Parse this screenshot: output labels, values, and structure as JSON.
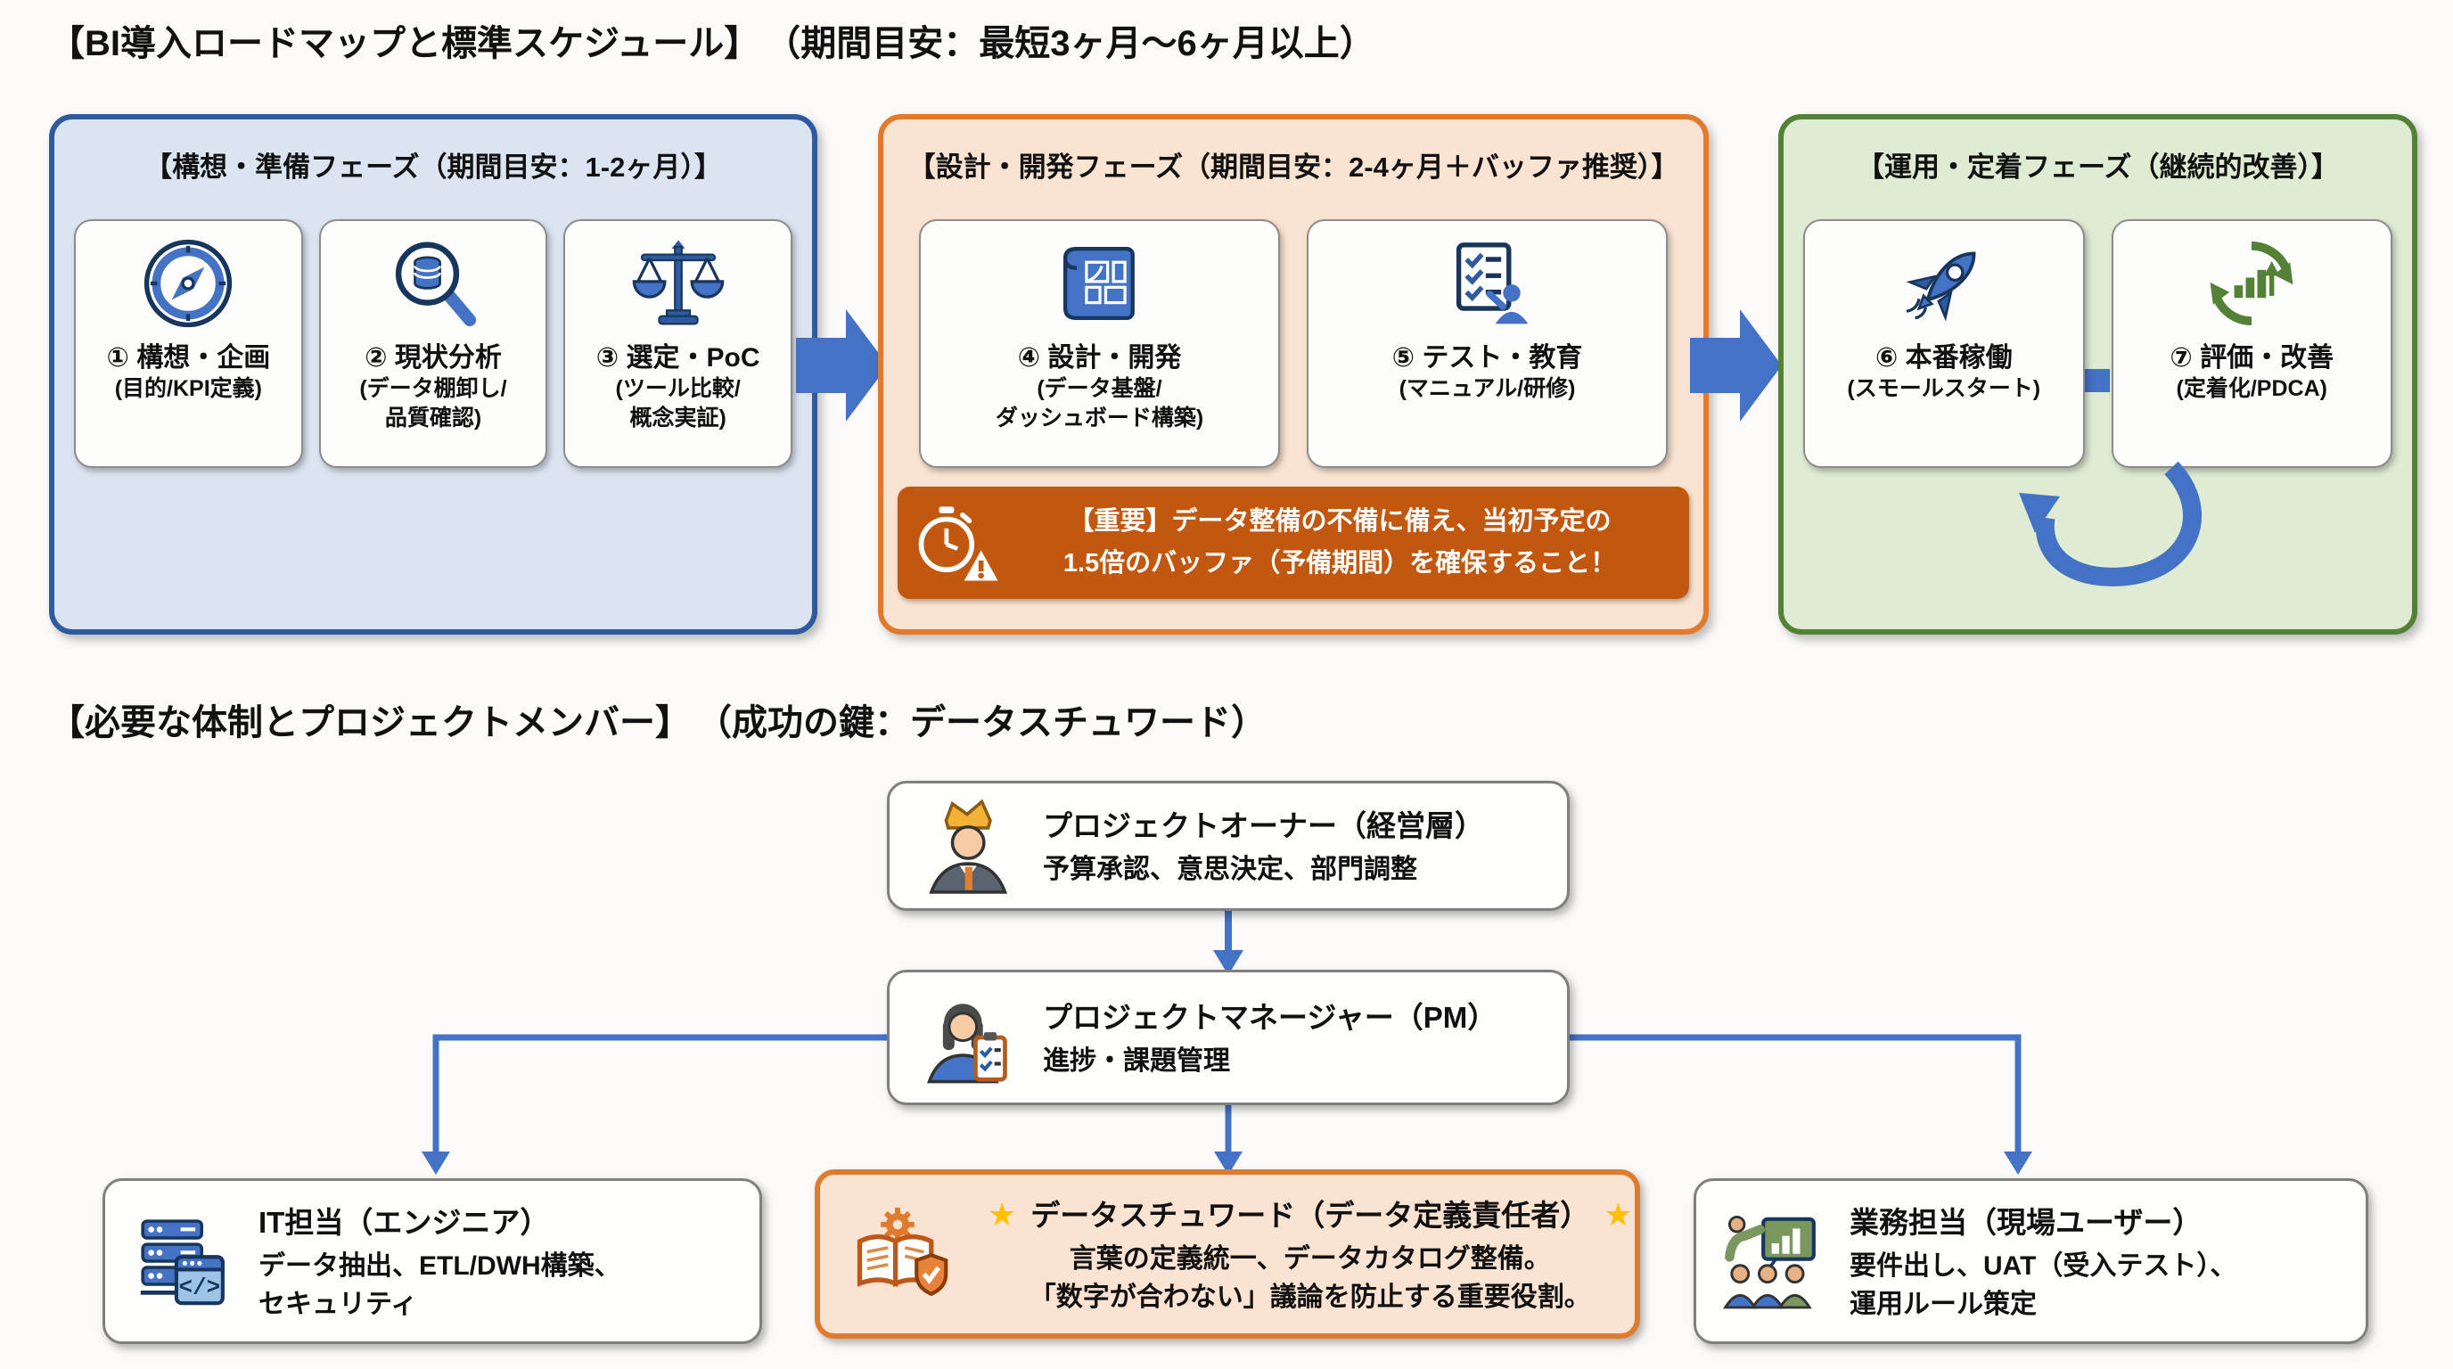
{
  "colors": {
    "accent_blue": "#4472c4",
    "phase_blue_border": "#2f5b9e",
    "phase_blue_fill": "#dbe5f1",
    "phase_orange_border": "#e07b2e",
    "phase_orange_fill": "#fbe3d1",
    "phase_green_border": "#538135",
    "phase_green_fill": "#dfecd3",
    "warning_fill": "#c2570f",
    "star": "#ffc000"
  },
  "roadmap": {
    "title": "【BI導入ロードマップと標準スケジュール】",
    "subtitle": "（期間目安：最短3ヶ月〜6ヶ月以上）",
    "phases": [
      {
        "header": "【構想・準備フェーズ（期間目安：1-2ヶ月）】",
        "steps": [
          {
            "icon": "compass-icon",
            "title": "① 構想・企画",
            "subtitle": "(目的/KPI定義)"
          },
          {
            "icon": "database-search-icon",
            "title": "② 現状分析",
            "subtitle": "(データ棚卸し/\n品質確認)"
          },
          {
            "icon": "balance-scale-icon",
            "title": "③ 選定・PoC",
            "subtitle": "(ツール比較/\n概念実証)"
          }
        ]
      },
      {
        "header": "【設計・開発フェーズ（期間目安：2-4ヶ月＋バッファ推奨）】",
        "steps": [
          {
            "icon": "blueprint-icon",
            "title": "④ 設計・開発",
            "subtitle": "(データ基盤/\nダッシュボード構築)"
          },
          {
            "icon": "checklist-training-icon",
            "title": "⑤ テスト・教育",
            "subtitle": "(マニュアル/研修)"
          }
        ],
        "warning": "【重要】データ整備の不備に備え、当初予定の\n1.5倍のバッファ（予備期間）を確保すること！",
        "warning_icon": "stopwatch-alert-icon"
      },
      {
        "header": "【運用・定着フェーズ（継続的改善）】",
        "steps": [
          {
            "icon": "rocket-icon",
            "title": "⑥ 本番稼働",
            "subtitle": "(スモールスタート)"
          },
          {
            "icon": "pdca-cycle-icon",
            "title": "⑦ 評価・改善",
            "subtitle": "(定着化/PDCA)"
          }
        ]
      }
    ]
  },
  "team": {
    "title": "【必要な体制とプロジェクトメンバー】",
    "subtitle": "（成功の鍵：データスチュワード）",
    "star_glyph": "★",
    "owner": {
      "icon": "crowned-executive-icon",
      "title": "プロジェクトオーナー（経営層）",
      "desc": "予算承認、意思決定、部門調整"
    },
    "pm": {
      "icon": "manager-clipboard-icon",
      "title": "プロジェクトマネージャー（PM）",
      "desc": "進捗・課題管理"
    },
    "members": [
      {
        "icon": "server-code-icon",
        "title": "IT担当（エンジニア）",
        "desc": "データ抽出、ETL/DWH構築、\nセキュリティ"
      },
      {
        "icon": "book-gear-shield-icon",
        "title": "データスチュワード（データ定義責任者）",
        "desc": "言葉の定義統一、データカタログ整備。\n「数字が合わない」議論を防止する重要役割。"
      },
      {
        "icon": "presenter-audience-icon",
        "title": "業務担当（現場ユーザー）",
        "desc": "要件出し、UAT（受入テスト）、\n運用ルール策定"
      }
    ]
  }
}
